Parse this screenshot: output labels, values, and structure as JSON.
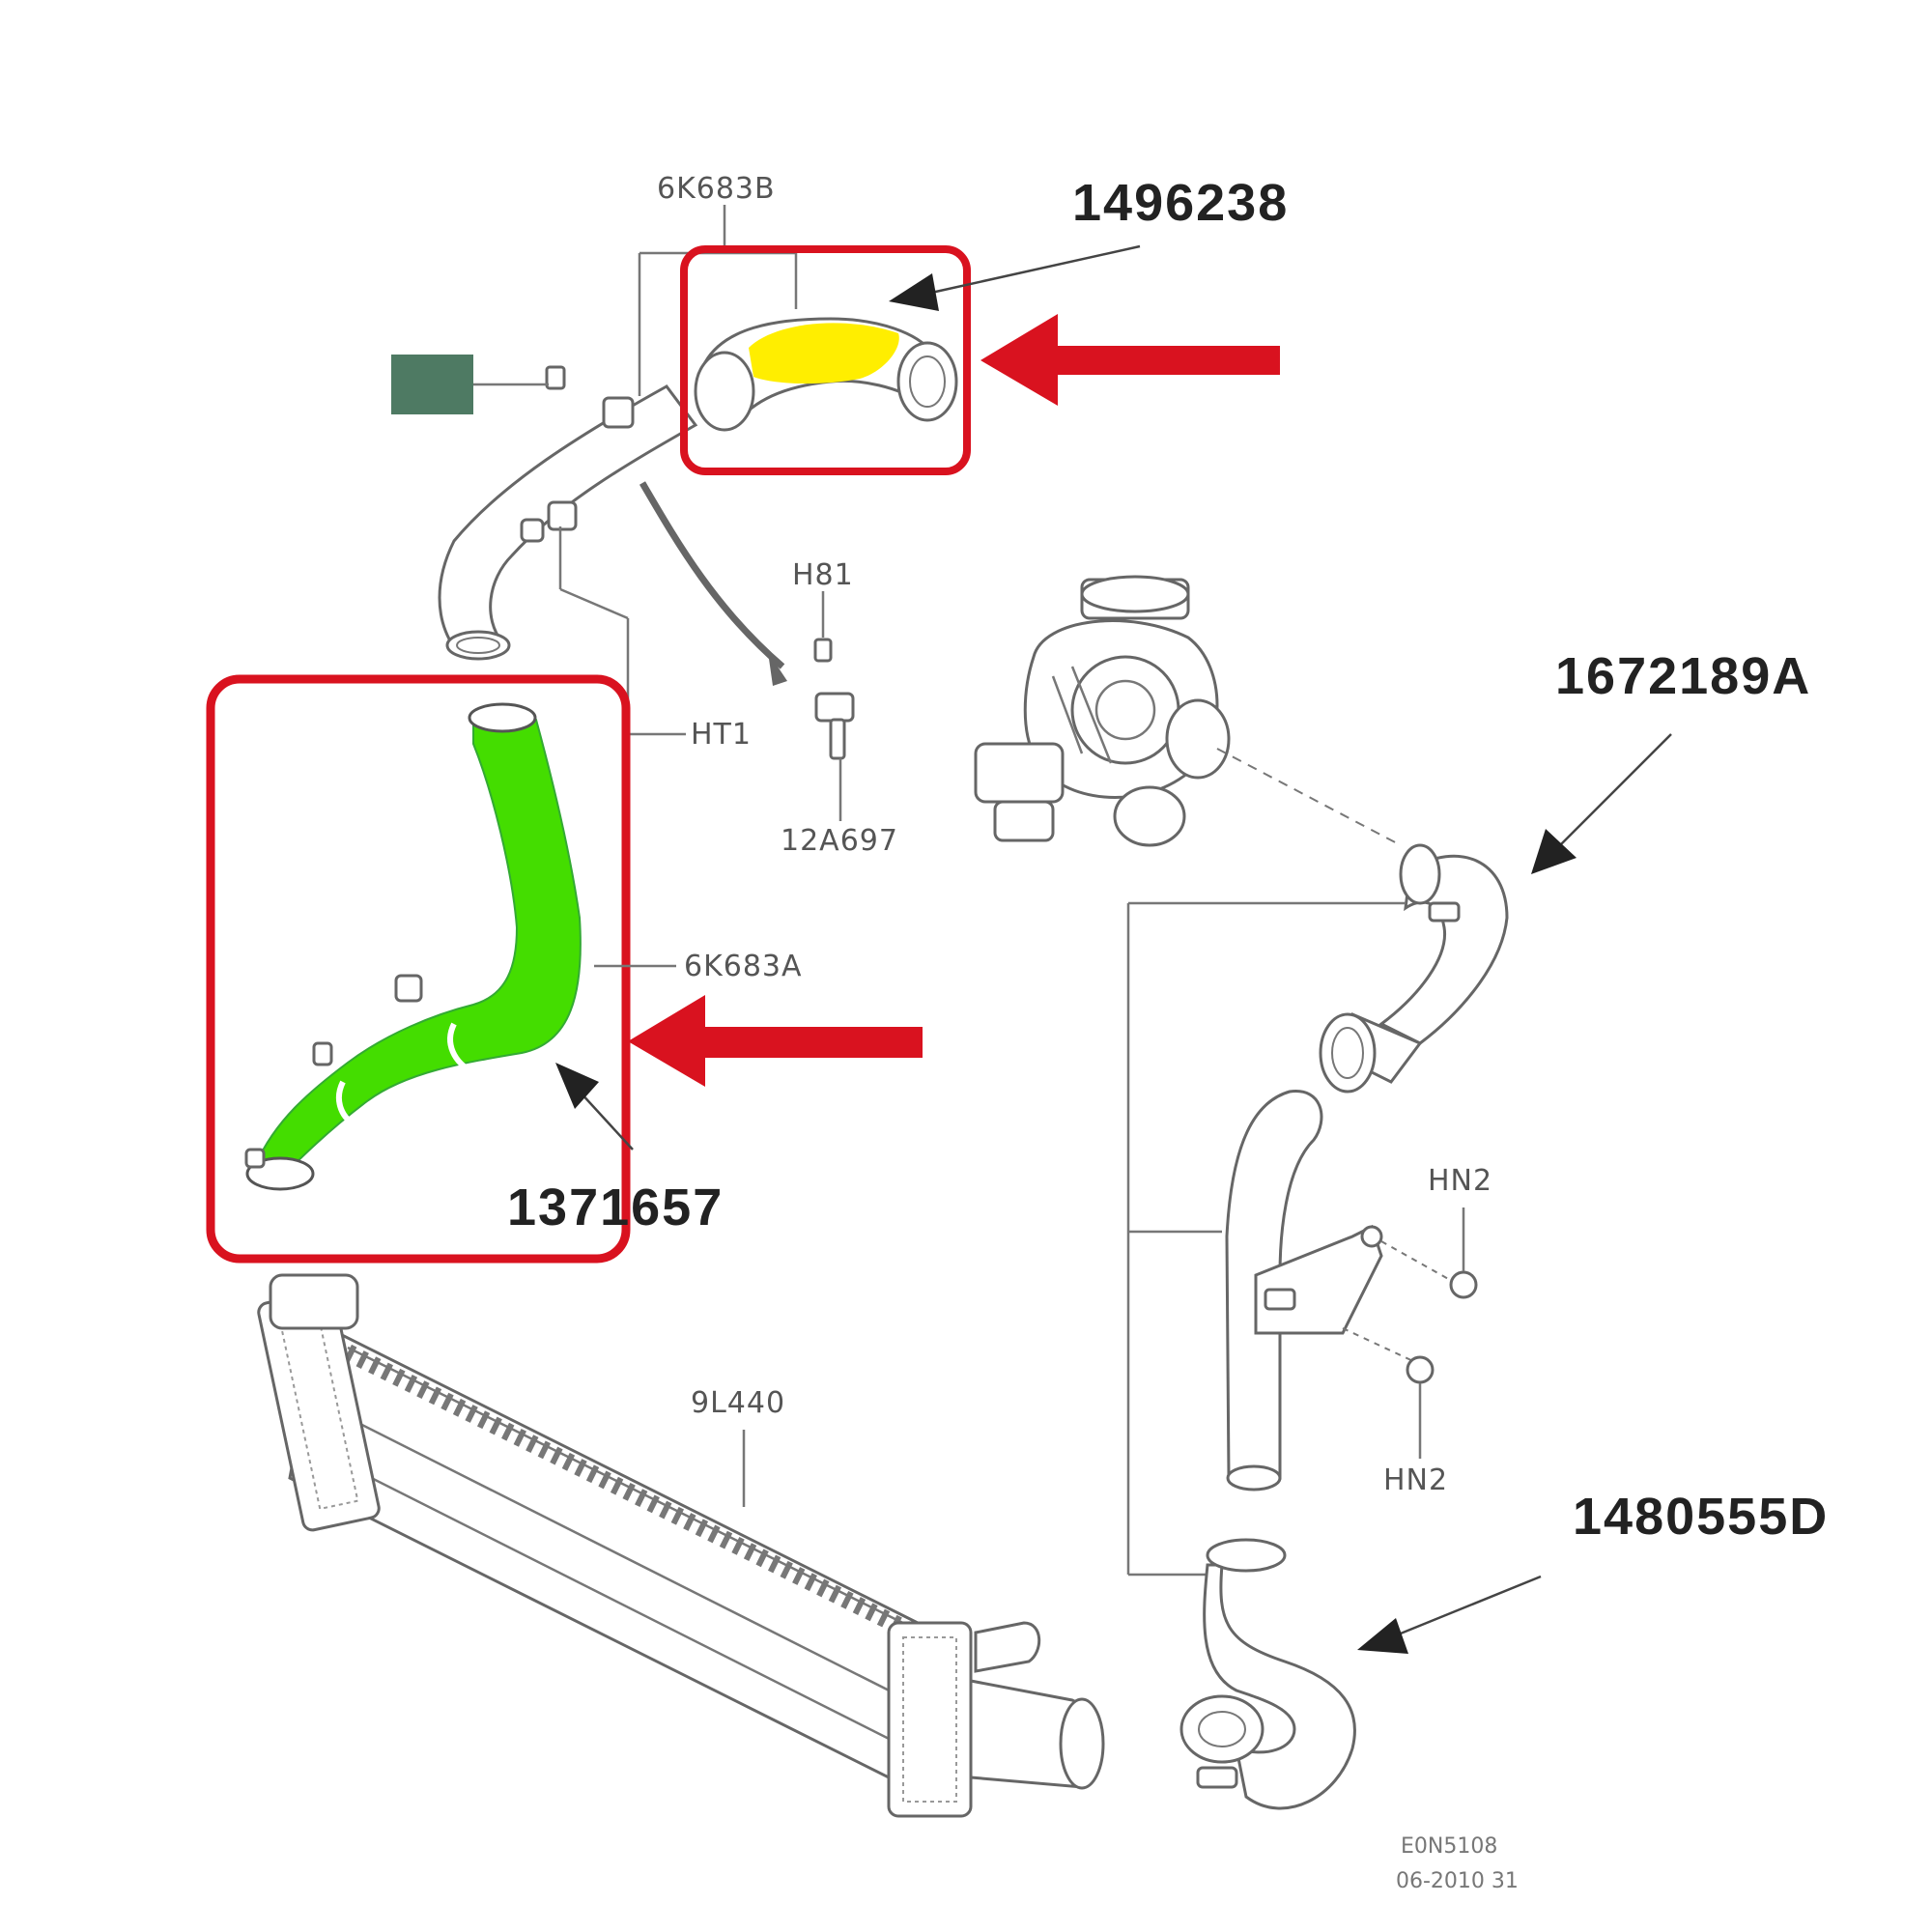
{
  "colors": {
    "highlight_red": "#d9121f",
    "highlight_yellow": "#ffee00",
    "highlight_green": "#44dd00",
    "swatch": "#4e7a63"
  },
  "labels": {
    "part_6K683B": "6K683B",
    "part_H81": "H81",
    "part_HT1": "HT1",
    "part_12A697": "12A697",
    "part_6K683A": "6K683A",
    "part_HN2_top": "HN2",
    "part_HN2_bottom": "HN2",
    "part_9L440": "9L440",
    "ref_code": "E0N5108",
    "date_code": "06-2010 31"
  },
  "callouts": {
    "upper_hose": "1496238",
    "lower_hose": "1371657",
    "turbo_hose": "1672189A",
    "outlet_hose": "1480555D"
  }
}
